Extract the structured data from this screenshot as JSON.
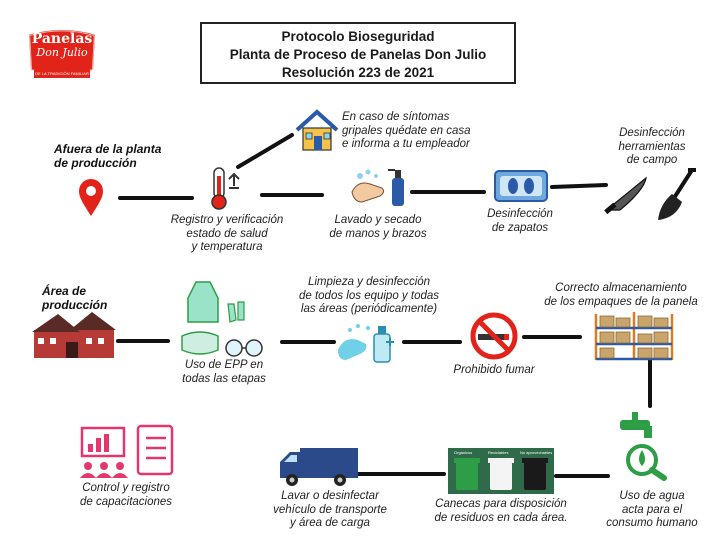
{
  "title": {
    "line1": "Protocolo Bioseguridad",
    "line2": "Planta de Proceso de Panelas Don Julio",
    "line3": "Resolución 223 de 2021"
  },
  "logo": {
    "line1": "Panelas",
    "line2": "Don Julio",
    "tagline": "DE LA TRADICIÓN FAMILIAR"
  },
  "row1": {
    "header_line1": "Afuera de la planta",
    "header_line2": "de producción",
    "sintomas": [
      "En caso de síntomas",
      "gripales quédate en casa",
      "e informa a tu empleador"
    ],
    "registro": [
      "Registro y verificación",
      "estado de salud",
      "y temperatura"
    ],
    "lavado": [
      "Lavado y secado",
      "de manos y brazos"
    ],
    "zapatos": [
      "Desinfección",
      "de zapatos"
    ],
    "herramientas": [
      "Desinfección",
      "herramientas",
      "de campo"
    ]
  },
  "row2": {
    "header_line1": "Área de",
    "header_line2": "producción",
    "epp": [
      "Uso de EPP en",
      "todas las etapas"
    ],
    "limpieza": [
      "Limpieza y desinfección",
      "de todos los equipo y todas",
      "las áreas  (periódicamente)"
    ],
    "fumar": [
      "Prohibido fumar"
    ],
    "almacenamiento": [
      "Correcto almacenamiento",
      "de los empaques de la panela"
    ]
  },
  "row3": {
    "capacitaciones": [
      "Control y registro",
      "de capacitaciones"
    ],
    "vehiculo": [
      "Lavar o desinfectar",
      "vehículo de transporte",
      "y área de carga"
    ],
    "canecas": [
      "Canecas para disposición",
      "de residuos en cada área."
    ],
    "agua": [
      "Uso de agua",
      "acta para el",
      "consumo humano"
    ],
    "bins": [
      "Orgánicos",
      "Reciclables",
      "No aprovechables"
    ]
  },
  "colors": {
    "red": "#e2231a",
    "green": "#2e9e46",
    "blue": "#2a5aa8",
    "line": "#111111"
  }
}
